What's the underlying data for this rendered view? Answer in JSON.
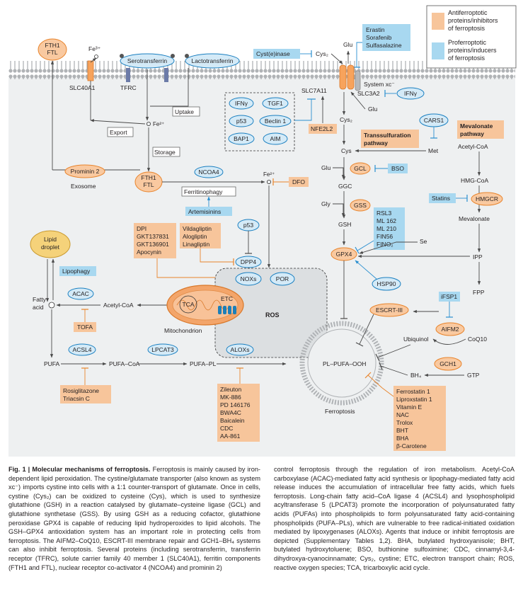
{
  "legend": {
    "anti": [
      "Antiferroptotic",
      "proteins/inhibitors",
      "of ferroptosis"
    ],
    "pro": [
      "Proferroptotic",
      "proteins/inducers",
      "of ferroptosis"
    ]
  },
  "colors": {
    "anti_box": "#f7c59b",
    "pro_box": "#a8d8f0",
    "oval_fill": "#d4eaf7",
    "oval_stroke": "#1a7fc0",
    "orange_oval": "#f9c9a0",
    "orange_stroke": "#e8842c",
    "membrane": "#8a8d91",
    "cell_bg": "#eef0f1",
    "lipid_droplet": "#f5d27a",
    "mito": "#e8955a",
    "etc": "#1d7fb8"
  },
  "labels": {
    "fth1_ftl_top": [
      "FTH1",
      "FTL"
    ],
    "fe3": "Fe³⁺",
    "serotransferrin": "Serotransferrin",
    "lactotransferrin": "Lactotransferrin",
    "slc40a1": "SLC40A1",
    "tfrc": "TFRC",
    "uptake": "Uptake",
    "fe2_a": "Fe²⁺",
    "export": "Export",
    "storage": "Storage",
    "prominin2": "Prominin 2",
    "exosome": "Exosome",
    "fth1_ftl_mid": [
      "FTH1",
      "FTL"
    ],
    "ncoa4": "NCOA4",
    "ferritinophagy": "Ferritinophagy",
    "artemisinins": "Artemisinins",
    "fe2_b": "Fe²⁺",
    "dfo": "DFO",
    "ifng_box": "IFNγ",
    "tgf1": "TGF1",
    "p53_box": "p53",
    "beclin1": "Beclin 1",
    "bap1": "BAP1",
    "aim": "AIM",
    "slc7a11": "SLC7A11",
    "nfe2l2": "NFE2L2",
    "cysteinase": "Cyst(e)inase",
    "cys2_out": "Cys₂",
    "glu_out": "Glu",
    "erastin_list": [
      "Erastin",
      "Sorafenib",
      "Sulfasalazine"
    ],
    "system_xc": "System xc⁻",
    "slc3a2": "SLC3A2",
    "ifng_right": "IFNγ",
    "glu_in": "Glu",
    "cys2_in": "Cys₂",
    "cars1": "CARS1",
    "transsulfuration": [
      "Transsulfuration",
      "pathway"
    ],
    "cys": "Cys",
    "met": "Met",
    "mevalonate_pathway": [
      "Mevalonate",
      "pathway"
    ],
    "acetyl_coa_right": "Acetyl-CoA",
    "glu_gcl": "Glu",
    "gcl": "GCL",
    "bso": "BSO",
    "ggc": "GGC",
    "hmg_coa": "HMG-CoA",
    "gly": "Gly",
    "gss": "GSS",
    "statins": "Statins",
    "hmgcr": "HMGCR",
    "gsh": "GSH",
    "rsl3_list": [
      "RSL3",
      "ML 162",
      "ML 210",
      "FIN56",
      "FINO₂"
    ],
    "mevalonate": "Mevalonate",
    "gpx4": "GPX4",
    "se": "Se",
    "ipp": "IPP",
    "hsp90": "HSP90",
    "fpp": "FPP",
    "lipid_droplet": [
      "Lipid",
      "droplet"
    ],
    "lipophagy": "Lipophagy",
    "dpi_list": [
      "DPI",
      "GKT137831",
      "GKT136901",
      "Apocynin"
    ],
    "gliptin_list": [
      "Vildagliptin",
      "Alogliptin",
      "Linagliptin"
    ],
    "p53_mid": "p53",
    "dpp4": "DPP4",
    "noxs": "NOXs",
    "por": "POR",
    "fatty_acid": [
      "Fatty",
      "acid"
    ],
    "acac": "ACAC",
    "acetyl_coa_left": "Acetyl-CoA",
    "tca": "TCA",
    "etc": "ETC",
    "ros": "ROS",
    "tofa": "TOFA",
    "mitochondrion": "Mitochondrion",
    "escrt": "ESCRT-III",
    "fsp1_box": "iFSP1",
    "aifm2": "AIFM2",
    "ubiquinol": "Ubiquinol",
    "coq10": "CoQ10",
    "acsl4": "ACSL4",
    "lpcat3": "LPCAT3",
    "aloxs": "ALOXs",
    "pufa": "PUFA",
    "pufa_coa": "PUFA–CoA",
    "pufa_pl": "PUFA–PL",
    "pl_pufa_ooh": "PL–PUFA–OOH",
    "bh4": "BH₄",
    "gch1": "GCH1",
    "gtp": "GTP",
    "rosi_list": [
      "Rosiglitazone",
      "Triacsin C"
    ],
    "zileuton_list": [
      "Zileuton",
      "MK-886",
      "PD 146176",
      "BWA4C",
      "Baicalein",
      "CDC",
      "AA-861"
    ],
    "ferroptosis": "Ferroptosis",
    "ferrostatin_list": [
      "Ferrostatin 1",
      "Liproxstatin 1",
      "Vitamin E",
      "NAC",
      "Trolox",
      "BHT",
      "BHA",
      "β-Carotene"
    ]
  },
  "caption": {
    "heading": "Fig. 1 | Molecular mechanisms of ferroptosis.",
    "left": " Ferroptosis is mainly caused by iron-dependent lipid peroxidation. The cystine/glutamate transporter (also known as system xc⁻) imports cystine into cells with a 1:1 counter-transport of glutamate. Once in cells, cystine (Cys₂) can be oxidized to cysteine (Cys), which is used to synthesize glutathione (GSH) in a reaction catalysed by glutamate–cysteine ligase (GCL) and glutathione synthetase (GSS). By using GSH as a reducing cofactor, glutathione peroxidase GPX4 is capable of reducing lipid hydroperoxides to lipid alcohols. The GSH–GPX4 antioxidation system has an important role in protecting cells from ferroptosis. The AIFM2–CoQ10, ESCRT-III membrane repair and GCH1–BH₄ systems can also inhibit ferroptosis. Several proteins (including serotransferrin, transferrin receptor (TFRC), solute carrier family 40 member 1 (SLC40A1), ferritin components (FTH1 and FTL), nuclear receptor co-activator 4 (NCOA4) and prominin 2)",
    "right": "control ferroptosis through the regulation of iron metabolism. Acetyl-CoA carboxylase (ACAC)-mediated fatty acid synthesis or lipophagy-mediated fatty acid release induces the accumulation of intracellular free fatty acids, which fuels ferroptosis. Long-chain fatty acid–CoA ligase 4 (ACSL4) and lysophospholipid acyltransferase 5 (LPCAT3) promote the incorporation of polyunsaturated fatty acids (PUFAs) into phospholipids to form polyunsaturated fatty acid-containing phospholipids (PUFA–PLs), which are vulnerable to free radical-initiated oxidation mediated by lipoxygenases (ALOXs). Agents that induce or inhibit ferroptosis are depicted (Supplementary Tables 1,2). BHA, butylated hydroxyanisole; BHT, butylated hydroxytoluene; BSO, buthionine sulfoximine; CDC, cinnamyl-3,4-dihydroxya-cyanocinnamate; Cys₂, cystine; ETC, electron transport chain; ROS, reactive oxygen species; TCA, tricarboxylic acid cycle."
  }
}
